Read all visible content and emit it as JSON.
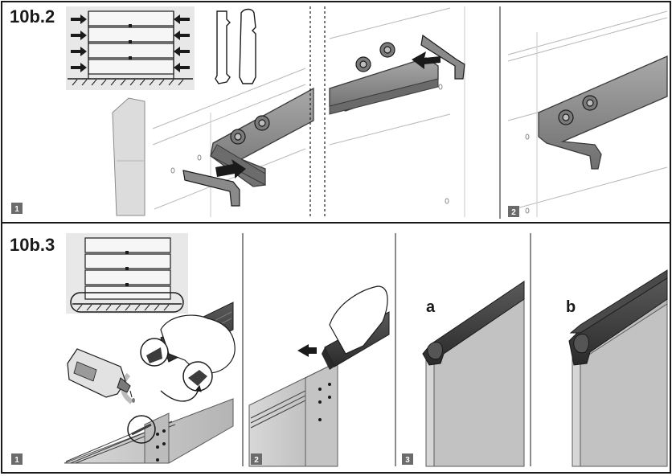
{
  "sections": [
    {
      "id": "10b2",
      "label": "10b.2",
      "panels": [
        {
          "badge": "1"
        },
        {
          "badge": "2"
        }
      ]
    },
    {
      "id": "10b3",
      "label": "10b.3",
      "panels": [
        {
          "badge": "1"
        },
        {
          "badge": "2"
        },
        {
          "badge": "3",
          "variants": [
            "a",
            "b"
          ]
        }
      ]
    }
  ],
  "colors": {
    "frame": "#1a1a1a",
    "part_gray": "#8a8a8a",
    "seal_dark": "#3c3c3c",
    "panel_light": "#e6e6e6",
    "badge_bg": "#6b6b6b"
  }
}
